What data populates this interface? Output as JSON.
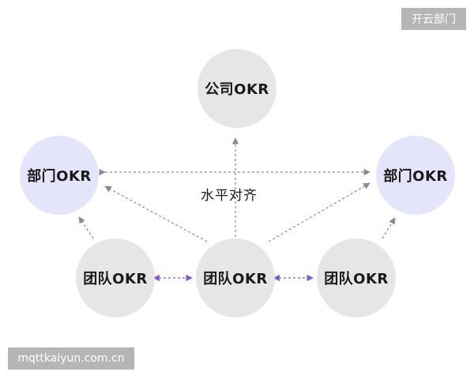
{
  "watermark_top": "开云部门",
  "watermark_bottom": "mqttkaiyun.com.cn",
  "nodes": {
    "company": "公司OKR",
    "dept_left": "部门OKR",
    "dept_right": "部门OKR",
    "team_left": "团队OKR",
    "team_mid": "团队OKR",
    "team_right": "团队OKR"
  },
  "center_label": "水平对齐",
  "colors": {
    "node_gray": "#e6e6e6",
    "node_purple": "#e4e4fb",
    "arrow_gray": "#8a8a8a",
    "arrow_purple": "#7a5bd6"
  }
}
